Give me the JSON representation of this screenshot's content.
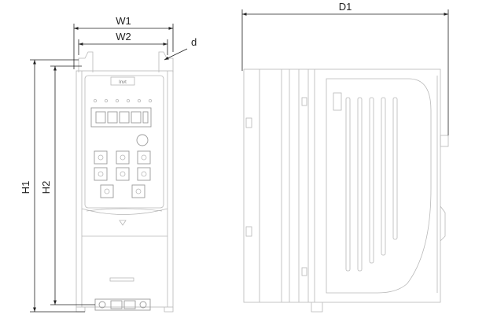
{
  "dimensions": {
    "w1": "W1",
    "w2": "W2",
    "d": "d",
    "d1": "D1",
    "h1": "H1",
    "h2": "H2"
  },
  "front_view": {
    "brand_label": "Invt"
  },
  "colors": {
    "dimension_lines": "#222222",
    "outline": "#b8b8b8"
  }
}
